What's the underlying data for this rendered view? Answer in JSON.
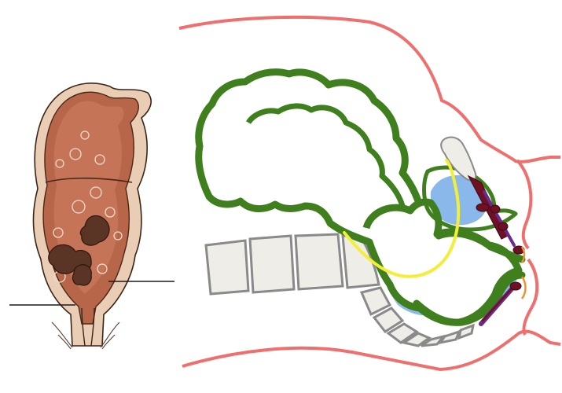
{
  "figure": {
    "panels": [
      {
        "id": "rectum-illustration",
        "kind": "drawing"
      },
      {
        "id": "pelvic-schematic",
        "kind": "schematic"
      }
    ],
    "colors": {
      "body_outline": "#ef6f6f",
      "bowel_outline": "#3f7f1e",
      "fluid_fill": "#8ab8ea",
      "sacrum_fill": "#eeede8",
      "sacrum_stroke": "#8a8a8a",
      "yellow_line": "#f3ee3a",
      "muscle_dark": "#6f1024",
      "muscle_purple": "#6a2a8a",
      "rectum_wall": "#b8664a",
      "stool": "#5a3424"
    }
  }
}
